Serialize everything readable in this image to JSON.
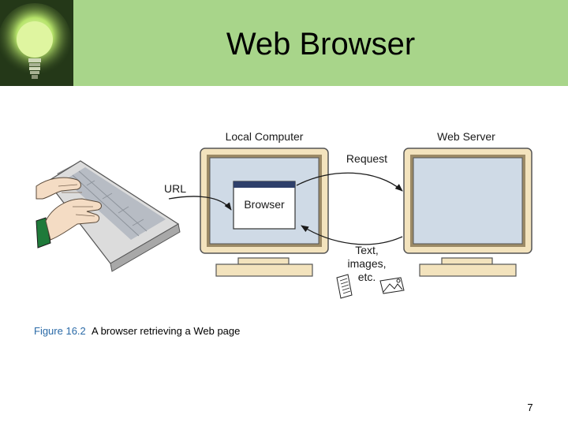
{
  "slide": {
    "title": "Web Browser",
    "page_number": "7"
  },
  "diagram": {
    "local_computer_label": "Local Computer",
    "web_server_label": "Web Server",
    "request_label": "Request",
    "url_label": "URL",
    "browser_label": "Browser",
    "response_lines": [
      "Text,",
      "images,",
      "etc."
    ]
  },
  "caption": {
    "figure_number": "Figure 16.2",
    "text": "A browser retrieving a Web page"
  },
  "colors": {
    "header_bg": "#a8d58a",
    "monitor_frame": "#f3e3bd",
    "screen": "#cfdae6",
    "caption_accent": "#2a6aa7"
  }
}
